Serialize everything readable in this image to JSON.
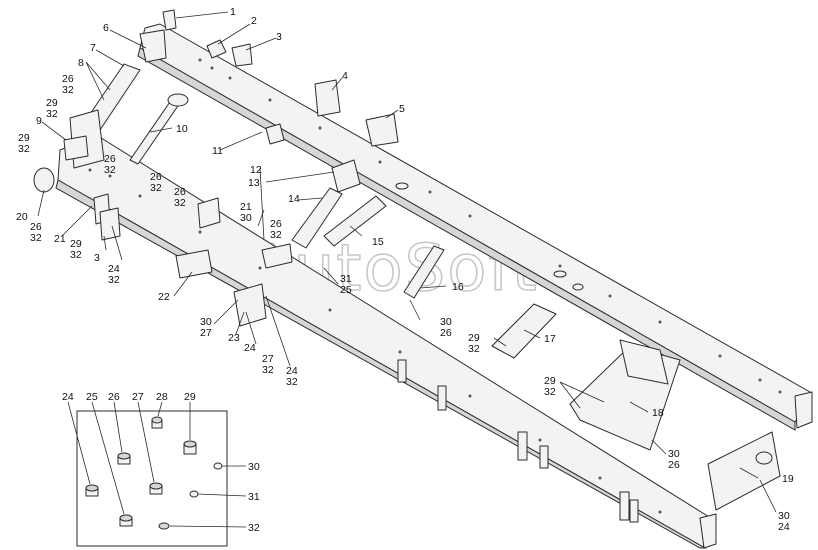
{
  "watermark": "AutoSoft",
  "callouts": {
    "c1": "1",
    "c2": "2",
    "c3": "3",
    "c4": "4",
    "c5": "5",
    "c6": "6",
    "c7": "7",
    "c8": "8",
    "c9": "9",
    "c10": "10",
    "c11": "11",
    "c12": "12",
    "c13": "13",
    "c14": "14",
    "c15": "15",
    "c16": "16",
    "c17": "17",
    "c18": "18",
    "c19": "19",
    "c20": "20",
    "c21": "21",
    "c22": "22",
    "c23": "23",
    "g_26_32_a_top": "26",
    "g_26_32_a_bot": "32",
    "g_29_32_a_top": "29",
    "g_29_32_a_bot": "32",
    "g_29_32_b_top": "29",
    "g_29_32_b_bot": "32",
    "g_26_32_b_top": "26",
    "g_26_32_b_bot": "32",
    "g_26_32_c_top": "26",
    "g_26_32_c_bot": "32",
    "g_26_32_d_top": "26",
    "g_26_32_d_bot": "32",
    "g_26_32_e_top": "26",
    "g_26_32_e_bot": "32",
    "g_21_30_top": "21",
    "g_21_30_bot": "30",
    "g_26_32_f_top": "26",
    "g_26_32_f_bot": "32",
    "g_29_32_c_top": "29",
    "g_29_32_c_bot": "32",
    "c3b": "3",
    "g_24_32_a_top": "24",
    "g_24_32_a_bot": "32",
    "g_31_25_top": "31",
    "g_31_25_bot": "25",
    "g_30_27_top": "30",
    "g_30_27_bot": "27",
    "g_24_27_32_a": "24",
    "g_24_27_32_b": "27",
    "g_24_27_32_c": "32",
    "g_24_32_b_top": "24",
    "g_24_32_b_bot": "32",
    "g_30_26_a_top": "30",
    "g_30_26_a_bot": "26",
    "g_29_32_d_top": "29",
    "g_29_32_d_bot": "32",
    "g_29_32_e_top": "29",
    "g_29_32_e_bot": "32",
    "g_30_26_b_top": "30",
    "g_30_26_b_bot": "26",
    "g_30_24_top": "30",
    "g_30_24_bot": "24"
  },
  "inset": {
    "labels": {
      "i24": "24",
      "i25": "25",
      "i26": "26",
      "i27": "27",
      "i28": "28",
      "i29": "29",
      "i30": "30",
      "i31": "31",
      "i32": "32"
    }
  }
}
